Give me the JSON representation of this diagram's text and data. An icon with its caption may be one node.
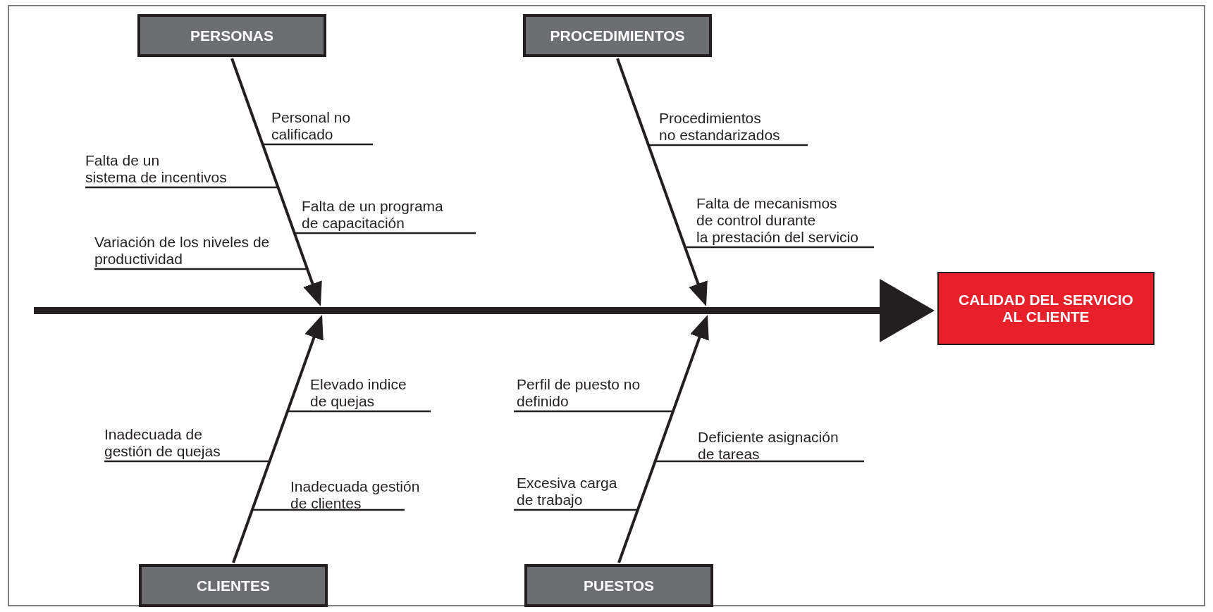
{
  "diagram": {
    "nodes": [
      {
        "text": [
          "PERSONAS"
        ]
      },
      {
        "text": [
          "PROCEDIMIENTOS"
        ]
      },
      {
        "text": [
          "Personal no calificado"
        ]
      },
      {
        "text": [
          "Falta de un sistema de incentivos"
        ]
      },
      {
        "text": [
          "Falta de un programa de capacitación"
        ]
      },
      {
        "text": [
          "Variación de los niveles de productividad"
        ]
      },
      {
        "text": [
          "Procedimientos no estandarizados"
        ]
      },
      {
        "text": [
          "Falta de mecanismos de control durante la prestación del servicio"
        ]
      },
      {
        "text": [
          "CALIDAD DEL SERVICIO AL CLIENTE"
        ]
      },
      {
        "text": [
          "Elevado indice de quejas"
        ]
      },
      {
        "text": [
          "Inadecuada de gestión de quejas"
        ]
      },
      {
        "text": [
          "Inadecuada gestión de clientes"
        ]
      },
      {
        "text": [
          "Perfil de puesto no definido"
        ]
      },
      {
        "text": [
          "Deficiente asignación de tareas"
        ]
      },
      {
        "text": [
          "Excesiva carga de trabajo"
        ]
      },
      {
        "text": [
          "CLIENTES"
        ]
      },
      {
        "text": [
          "PUESTOS"
        ]
      }
    ],
    "edges": [
      {
        "from": null,
        "to": 8,
        "arrow": "to",
        "style": "thick"
      },
      {
        "from": 0,
        "to": null,
        "arrow": "to"
      },
      {
        "from": 1,
        "to": null,
        "arrow": "to"
      },
      {
        "from": 15,
        "to": null,
        "arrow": "to"
      },
      {
        "from": 16,
        "to": null,
        "arrow": "to"
      },
      {
        "from": 2,
        "to": null,
        "arrow": "none"
      },
      {
        "from": 3,
        "to": null,
        "arrow": "none"
      },
      {
        "from": 4,
        "to": null,
        "arrow": "none"
      },
      {
        "from": 5,
        "to": null,
        "arrow": "none"
      },
      {
        "from": 6,
        "to": null,
        "arrow": "none"
      },
      {
        "from": 7,
        "to": null,
        "arrow": "none"
      },
      {
        "from": 9,
        "to": null,
        "arrow": "none"
      },
      {
        "from": 10,
        "to": null,
        "arrow": "none"
      },
      {
        "from": 11,
        "to": null,
        "arrow": "none"
      },
      {
        "from": 12,
        "to": null,
        "arrow": "none"
      },
      {
        "from": 13,
        "to": null,
        "arrow": "none"
      },
      {
        "from": 14,
        "to": null,
        "arrow": "none"
      }
    ]
  }
}
